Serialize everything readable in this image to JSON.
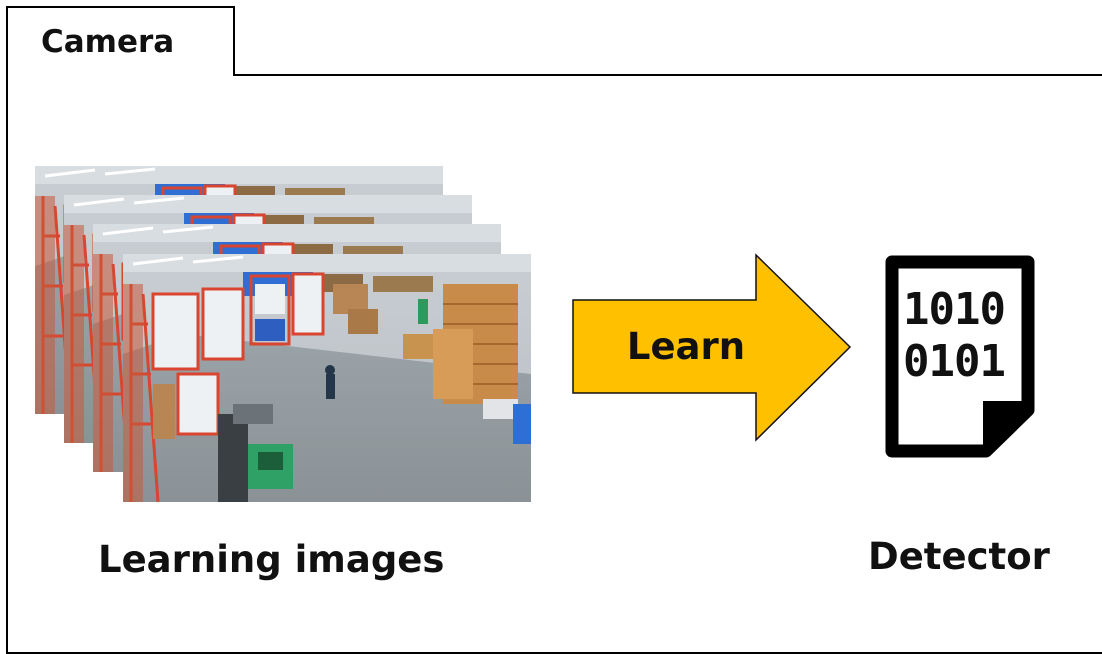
{
  "tab": {
    "label": "Camera"
  },
  "arrow": {
    "label": "Learn",
    "color": "#FFC000"
  },
  "detector_icon": {
    "name": "binary-document-icon",
    "lines": [
      "1010",
      "0101"
    ]
  },
  "captions": {
    "images": "Learning images",
    "detector": "Detector"
  },
  "colors": {
    "border": "#000000",
    "background": "#FFFFFF",
    "rack_red": "#D9452E",
    "bin_blue": "#2E6FD6"
  }
}
